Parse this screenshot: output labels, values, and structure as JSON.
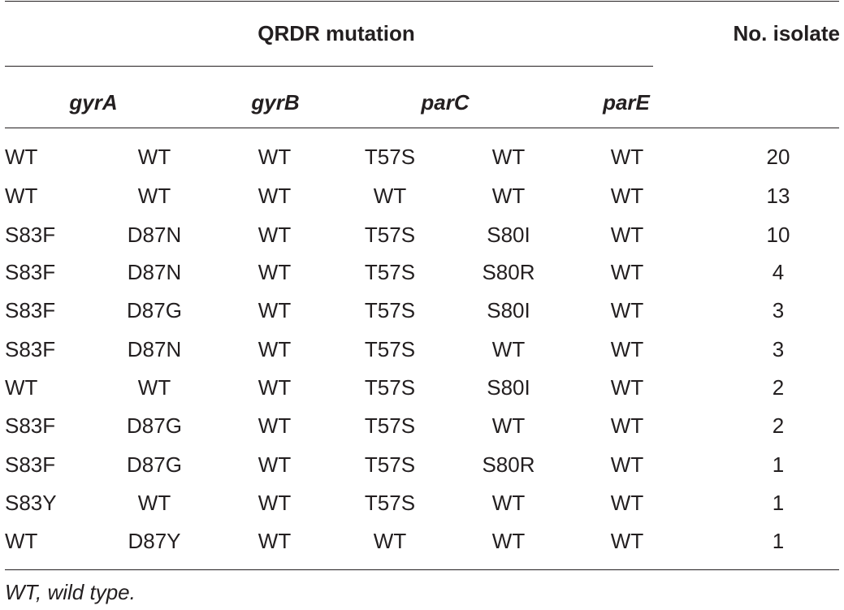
{
  "table": {
    "header": {
      "group_label": "QRDR mutation",
      "count_label": "No. isolate",
      "genes": [
        "gyrA",
        "gyrB",
        "parC",
        "parE"
      ]
    },
    "rows": [
      [
        "WT",
        "WT",
        "WT",
        "T57S",
        "WT",
        "WT",
        "20"
      ],
      [
        "WT",
        "WT",
        "WT",
        "WT",
        "WT",
        "WT",
        "13"
      ],
      [
        "S83F",
        "D87N",
        "WT",
        "T57S",
        "S80I",
        "WT",
        "10"
      ],
      [
        "S83F",
        "D87N",
        "WT",
        "T57S",
        "S80R",
        "WT",
        "4"
      ],
      [
        "S83F",
        "D87G",
        "WT",
        "T57S",
        "S80I",
        "WT",
        "3"
      ],
      [
        "S83F",
        "D87N",
        "WT",
        "T57S",
        "WT",
        "WT",
        "3"
      ],
      [
        "WT",
        "WT",
        "WT",
        "T57S",
        "S80I",
        "WT",
        "2"
      ],
      [
        "S83F",
        "D87G",
        "WT",
        "T57S",
        "WT",
        "WT",
        "2"
      ],
      [
        "S83F",
        "D87G",
        "WT",
        "T57S",
        "S80R",
        "WT",
        "1"
      ],
      [
        "S83Y",
        "WT",
        "WT",
        "T57S",
        "WT",
        "WT",
        "1"
      ],
      [
        "WT",
        "D87Y",
        "WT",
        "WT",
        "WT",
        "WT",
        "1"
      ]
    ],
    "footnote": "WT, wild type."
  }
}
